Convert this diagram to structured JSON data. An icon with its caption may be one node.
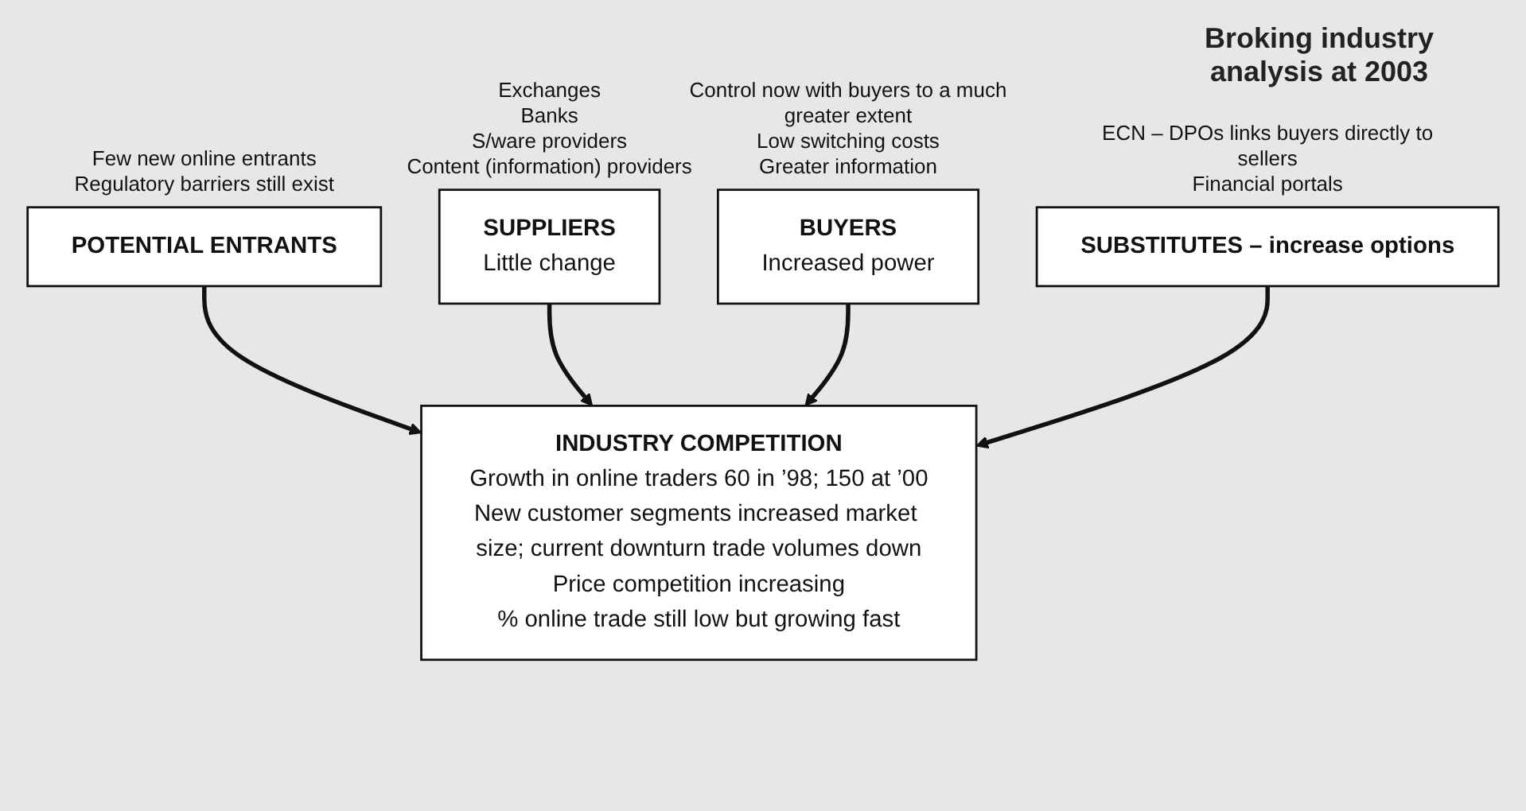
{
  "diagram": {
    "title": "Broking industry analysis at 2003",
    "nodes": [
      {
        "text": [
          "POTENTIAL ENTRANTS"
        ],
        "beside": [
          "Few new online entrants",
          "Regulatory barriers still exist"
        ]
      },
      {
        "text": [
          "SUPPLIERS",
          "Little change"
        ],
        "beside": [
          "Exchanges",
          "Banks",
          "S/ware providers",
          "Content (information) providers"
        ]
      },
      {
        "text": [
          "INDUSTRY COMPETITION",
          "Growth in online traders 60 in ’98; 150 at ’00",
          "New customer segments increased market size; current downturn trade volumes down",
          "Price competition increasing",
          "% online trade still low but growing fast"
        ]
      },
      {
        "text": [
          "BUYERS",
          "Increased power"
        ],
        "beside": [
          "Control now with buyers to a much greater extent",
          "Low switching costs",
          "Greater information"
        ]
      },
      {
        "text": [
          "SUBSTITUTES – increase options"
        ],
        "beside": [
          "ECN – DPOs links buyers directly to sellers",
          "Financial portals"
        ]
      }
    ],
    "edges": [
      {
        "from": 0,
        "to": 2,
        "arrow": "to"
      },
      {
        "from": 1,
        "to": 2,
        "arrow": "to"
      },
      {
        "from": 3,
        "to": 2,
        "arrow": "to"
      },
      {
        "from": 4,
        "to": 2,
        "arrow": "to"
      }
    ]
  }
}
